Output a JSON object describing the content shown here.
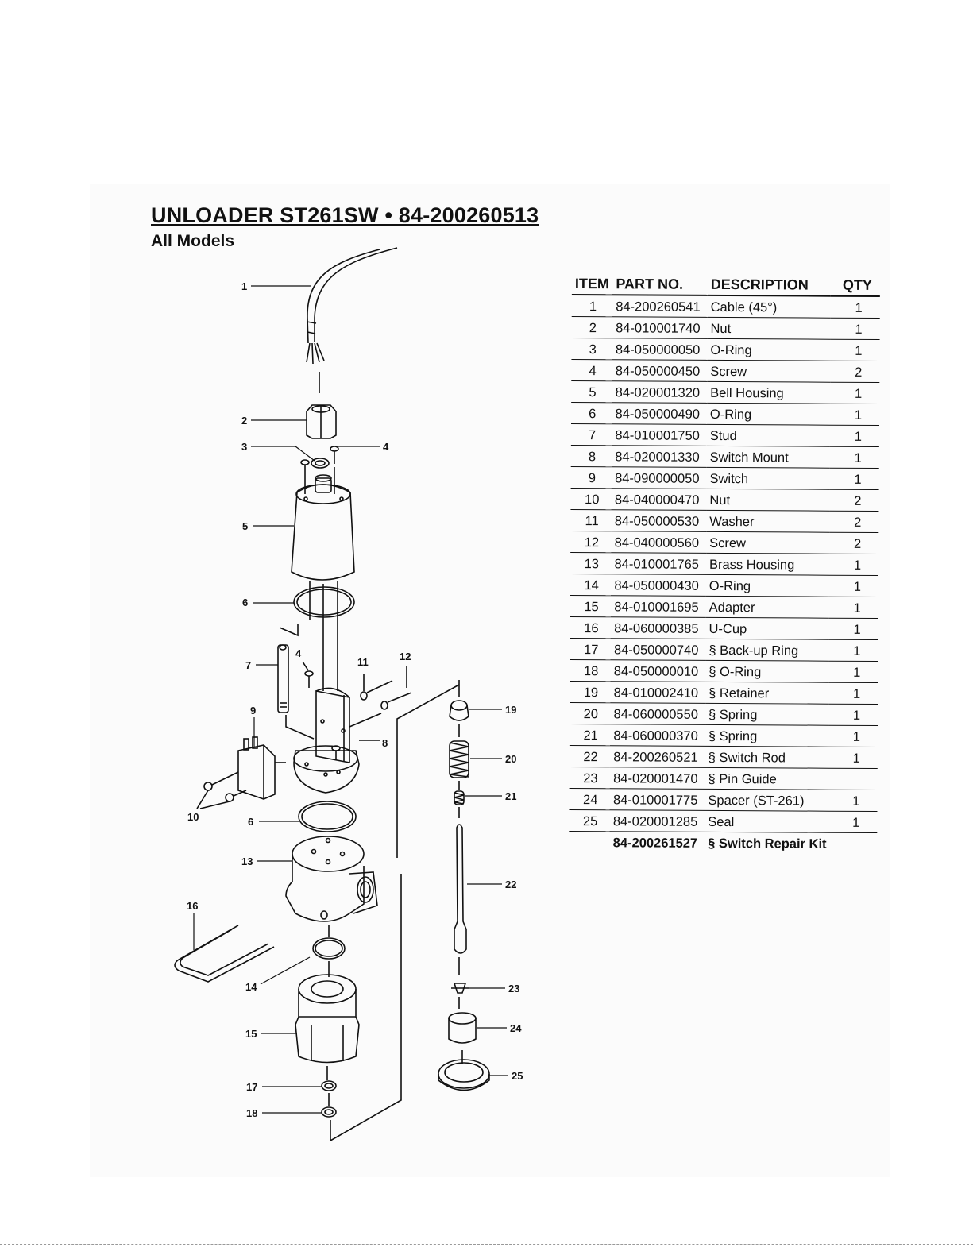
{
  "title": "UNLOADER ST261SW • 84-200260513",
  "subtitle": "All Models",
  "table": {
    "headers": {
      "item": "ITEM",
      "part": "PART NO.",
      "desc": "DESCRIPTION",
      "qty": "QTY"
    },
    "rows": [
      {
        "item": "1",
        "part": "84-200260541",
        "desc": "Cable (45°)",
        "qty": "1"
      },
      {
        "item": "2",
        "part": "84-010001740",
        "desc": "Nut",
        "qty": "1"
      },
      {
        "item": "3",
        "part": "84-050000050",
        "desc": "O-Ring",
        "qty": "1"
      },
      {
        "item": "4",
        "part": "84-050000450",
        "desc": "Screw",
        "qty": "2"
      },
      {
        "item": "5",
        "part": "84-020001320",
        "desc": "Bell Housing",
        "qty": "1"
      },
      {
        "item": "6",
        "part": "84-050000490",
        "desc": "O-Ring",
        "qty": "1"
      },
      {
        "item": "7",
        "part": "84-010001750",
        "desc": "Stud",
        "qty": "1"
      },
      {
        "item": "8",
        "part": "84-020001330",
        "desc": "Switch Mount",
        "qty": "1"
      },
      {
        "item": "9",
        "part": "84-090000050",
        "desc": "Switch",
        "qty": "1"
      },
      {
        "item": "10",
        "part": "84-040000470",
        "desc": "Nut",
        "qty": "2"
      },
      {
        "item": "11",
        "part": "84-050000530",
        "desc": "Washer",
        "qty": "2"
      },
      {
        "item": "12",
        "part": "84-040000560",
        "desc": "Screw",
        "qty": "2"
      },
      {
        "item": "13",
        "part": "84-010001765",
        "desc": "Brass Housing",
        "qty": "1"
      },
      {
        "item": "14",
        "part": "84-050000430",
        "desc": "O-Ring",
        "qty": "1"
      },
      {
        "item": "15",
        "part": "84-010001695",
        "desc": "Adapter",
        "qty": "1"
      },
      {
        "item": "16",
        "part": "84-060000385",
        "desc": "U-Cup",
        "qty": "1"
      },
      {
        "item": "17",
        "part": "84-050000740",
        "desc": "§ Back-up Ring",
        "qty": "1"
      },
      {
        "item": "18",
        "part": "84-050000010",
        "desc": "§ O-Ring",
        "qty": "1"
      },
      {
        "item": "19",
        "part": "84-010002410",
        "desc": "§ Retainer",
        "qty": "1"
      },
      {
        "item": "20",
        "part": "84-060000550",
        "desc": "§ Spring",
        "qty": "1"
      },
      {
        "item": "21",
        "part": "84-060000370",
        "desc": "§ Spring",
        "qty": "1"
      },
      {
        "item": "22",
        "part": "84-200260521",
        "desc": "§ Switch Rod",
        "qty": "1"
      },
      {
        "item": "23",
        "part": "84-020001470",
        "desc": "§ Pin Guide",
        "qty": ""
      },
      {
        "item": "24",
        "part": "84-010001775",
        "desc": "Spacer (ST-261)",
        "qty": "1"
      },
      {
        "item": "25",
        "part": "84-020001285",
        "desc": "Seal",
        "qty": "1"
      }
    ],
    "kit": {
      "item": "",
      "part": "84-200261527",
      "desc": "§ Switch Repair Kit",
      "qty": ""
    }
  },
  "callouts": {
    "c1": "1",
    "c2": "2",
    "c3": "3",
    "c4": "4",
    "c4b": "4",
    "c5": "5",
    "c6": "6",
    "c6b": "6",
    "c7": "7",
    "c8": "8",
    "c9": "9",
    "c10": "10",
    "c11": "11",
    "c12": "12",
    "c13": "13",
    "c14": "14",
    "c15": "15",
    "c16": "16",
    "c17": "17",
    "c18": "18",
    "c19": "19",
    "c20": "20",
    "c21": "21",
    "c22": "22",
    "c23": "23",
    "c24": "24",
    "c25": "25"
  }
}
